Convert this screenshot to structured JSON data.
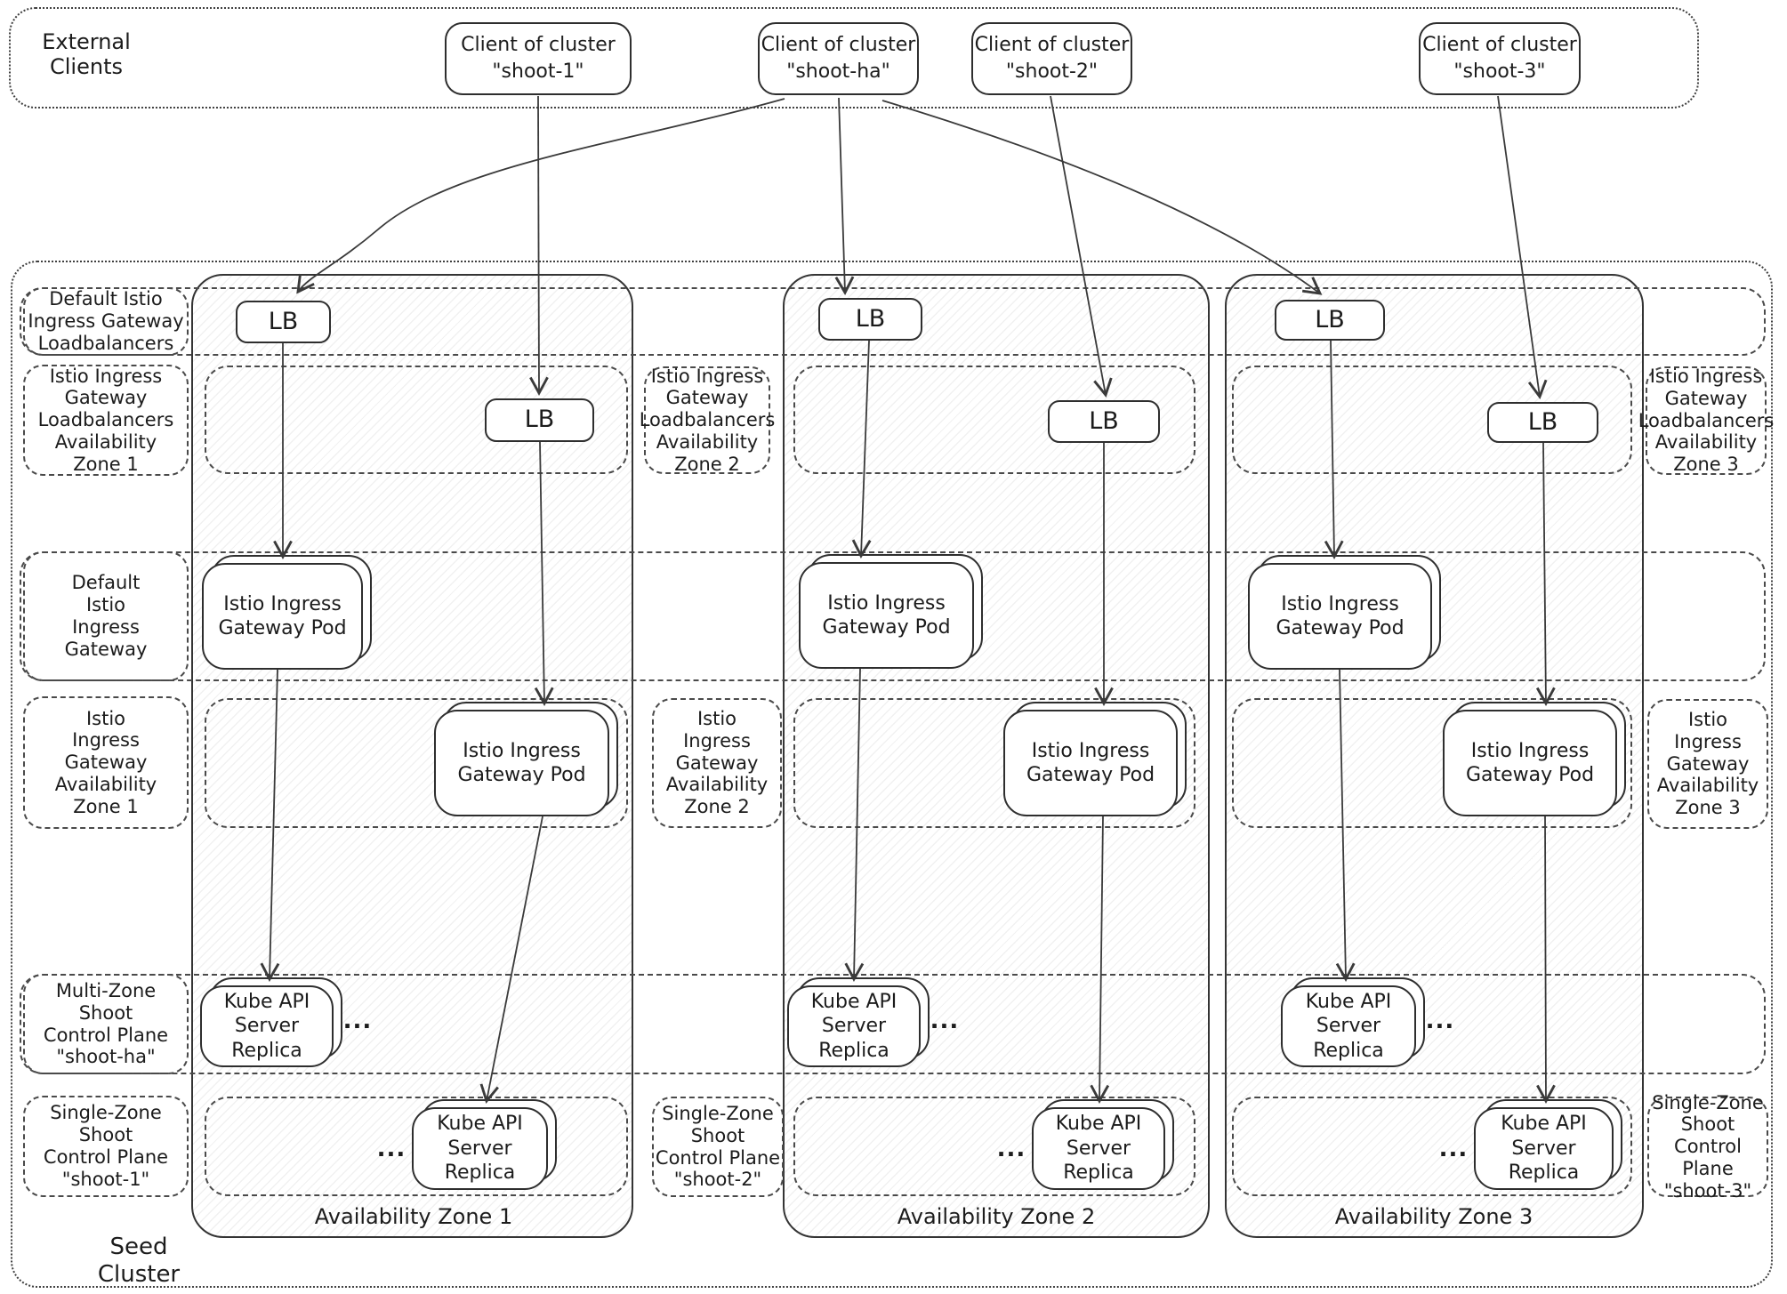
{
  "external_clients": {
    "label": "External\nClients",
    "clients": [
      {
        "label": "Client of cluster\n\"shoot-1\""
      },
      {
        "label": "Client of cluster\n\"shoot-ha\""
      },
      {
        "label": "Client of cluster\n\"shoot-2\""
      },
      {
        "label": "Client of cluster\n\"shoot-3\""
      }
    ]
  },
  "seed_cluster": {
    "label": "Seed Cluster"
  },
  "bands": {
    "default_lb": {
      "label": "Default Istio\nIngress Gateway\nLoadbalancers"
    },
    "zonal_lb": {
      "zone1": "Istio Ingress\nGateway\nLoadbalancers\nAvailability\nZone 1",
      "zone2": "Istio Ingress\nGateway\nLoadbalancers\nAvailability\nZone 2",
      "zone3": "Istio Ingress\nGateway\nLoadbalancers\nAvailability\nZone 3"
    },
    "default_igw": {
      "label": "Default\nIstio\nIngress\nGateway"
    },
    "zonal_igw": {
      "zone1": "Istio\nIngress\nGateway\nAvailability\nZone 1",
      "zone2": "Istio\nIngress\nGateway\nAvailability\nZone 2",
      "zone3": "Istio\nIngress\nGateway\nAvailability\nZone 3"
    },
    "multi_zone_cp": {
      "label": "Multi-Zone\nShoot\nControl Plane\n\"shoot-ha\""
    },
    "single_zone_cp": {
      "zone1": "Single-Zone\nShoot\nControl Plane\n\"shoot-1\"",
      "zone2": "Single-Zone\nShoot\nControl Plane\n\"shoot-2\"",
      "zone3": "Single-Zone\nShoot\nControl Plane\n\"shoot-3\""
    }
  },
  "zones": [
    {
      "bottom_label": "Availability Zone 1"
    },
    {
      "bottom_label": "Availability Zone 2"
    },
    {
      "bottom_label": "Availability Zone 3"
    }
  ],
  "nodes": {
    "lb": "LB",
    "pod": "Istio Ingress\nGateway Pod",
    "replica": "Kube API\nServer Replica",
    "ellipsis": "..."
  }
}
